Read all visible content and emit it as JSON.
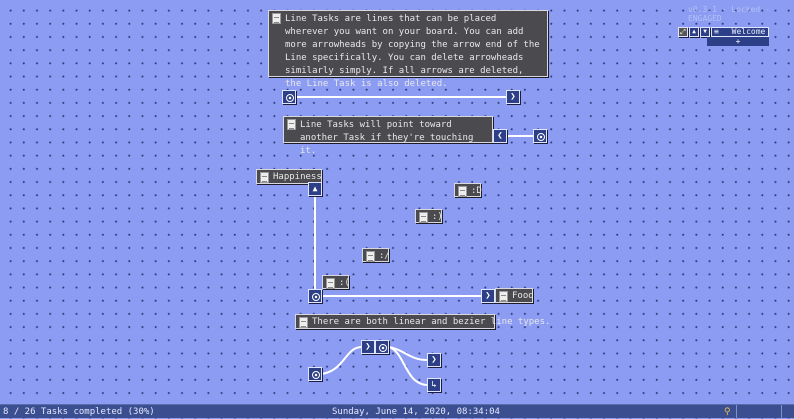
{
  "header": {
    "version": "v0.3.1 - Locked - ENGAGED"
  },
  "boards": {
    "tab": "Welcome",
    "add": "+",
    "icons": [
      "expand-icon",
      "up-icon",
      "down-icon",
      "menu-icon"
    ]
  },
  "tasks": {
    "intro": "Line Tasks are lines that can be placed wherever you want on your board. You can add more arrowheads by copying the arrow end of the Line specifically. You can delete arrowheads similarly simply. If all arrows are deleted, the Line Task is also deleted.",
    "pointing": "Line Tasks will point toward another Task if they're touching it.",
    "happiness": "Happiness",
    "big_smile": ":D",
    "smile": ":)",
    "meh": ":/",
    "sad": ":(",
    "food": "Food",
    "types": "There are both linear and bezier line types."
  },
  "status": {
    "tasks_completed": "8 / 26 Tasks completed (30%)",
    "datetime": "Sunday, June 14, 2020, 08:34:04"
  },
  "colors": {
    "background": "#8b9cf2",
    "task": "#4b4b4f",
    "node": "#2d3f86",
    "statusbar": "#3b4f90"
  }
}
